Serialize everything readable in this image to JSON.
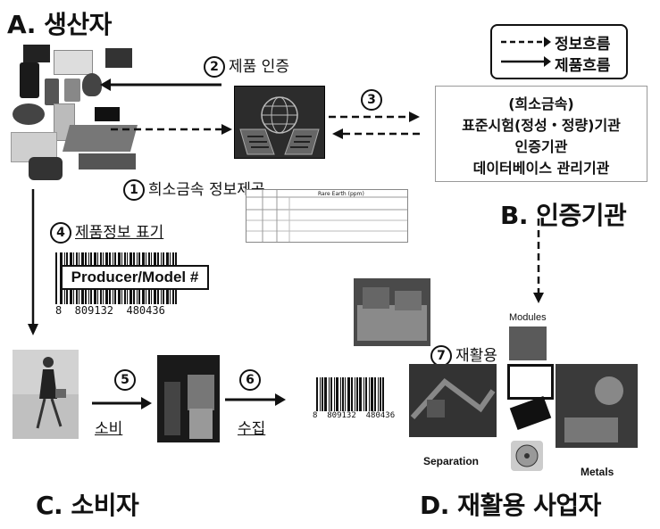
{
  "sections": {
    "a": "A. 생산자",
    "b": "B. 인증기관",
    "c": "C. 소비자",
    "d": "D. 재활용 사업자"
  },
  "legend": {
    "info_flow": "정보흐름",
    "product_flow": "제품흐름"
  },
  "cert_box": {
    "line1": "(희소금속)",
    "line2": "표준시험(정성・정량)기관",
    "line3": "인증기관",
    "line4": "데이터베이스 관리기관"
  },
  "steps": {
    "s1_num": "1",
    "s1_label": "희소금속 정보제공",
    "s2_num": "2",
    "s2_label": "제품 인증",
    "s3_num": "3",
    "s4_num": "4",
    "s4_label": "제품정보 표기",
    "s5_num": "5",
    "s5_label": "소비",
    "s6_num": "6",
    "s6_label": "수집",
    "s7_num": "7",
    "s7_label": "재활용"
  },
  "barcode_big": {
    "label": "Producer/Model #",
    "digits": "8  809132  480436"
  },
  "barcode_small": {
    "digits": "8  809132  480436"
  },
  "recycle_labels": {
    "modules": "Modules",
    "separation": "Separation",
    "metals": "Metals"
  },
  "table_header": "Rare Earth (ppm)",
  "icons": [
    "electronics-collage-icon",
    "globe-chip-icon",
    "woman-shopping-icon",
    "recycling-photo-icon"
  ]
}
